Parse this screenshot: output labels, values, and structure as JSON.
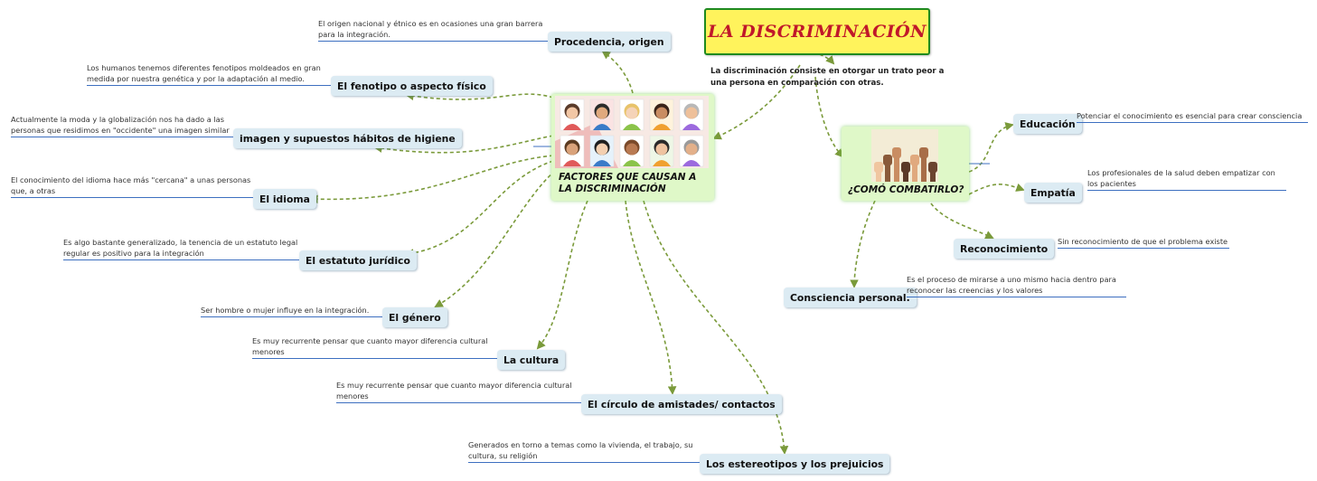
{
  "title": "LA DISCRIMINACIÓN",
  "definition": "La discriminación consiste en otorgar un trato peor a una persona en comparación con otras.",
  "factors": {
    "label": "FACTORES QUE CAUSAN A LA DISCRIMINACIÓN",
    "image": "people-portraits-illustration",
    "items": [
      {
        "label": "Procedencia, origen",
        "note": "El origen nacional y étnico es en ocasiones una gran barrera para la integración."
      },
      {
        "label": "El fenotipo o aspecto físico",
        "note": "Los humanos tenemos diferentes fenotipos moldeados en gran medida por nuestra genética y por la adaptación al medio."
      },
      {
        "label": "imagen y supuestos hábitos de higiene",
        "note": "Actualmente la moda y la globalización nos ha dado a las personas que residimos en \"occidente\" una imagen similar"
      },
      {
        "label": "El idioma",
        "note": "El conocimiento del idioma hace más \"cercana\" a unas personas que, a otras"
      },
      {
        "label": "El estatuto jurídico",
        "note": "Es algo bastante generalizado, la tenencia de un estatuto legal regular es positivo para la integración"
      },
      {
        "label": "El género",
        "note": "Ser hombre o mujer influye en la integración."
      },
      {
        "label": "La cultura",
        "note": "Es muy recurrente pensar que cuanto mayor diferencia cultural menores"
      },
      {
        "label": "El círculo de amistades/ contactos",
        "note": "Es muy recurrente pensar que cuanto mayor diferencia cultural menores"
      },
      {
        "label": "Los estereotipos y los prejuicios",
        "note": "Generados en torno a temas como la vivienda, el trabajo, su cultura, su religión"
      }
    ]
  },
  "combat": {
    "label": "¿COMÓ COMBATIRLO?",
    "image": "raised-fists-illustration",
    "items": [
      {
        "label": "Educación",
        "note": "Potenciar el conocimiento es esencial para crear consciencia"
      },
      {
        "label": "Empatía",
        "note": "Los profesionales de la salud deben empatizar con los pacientes"
      },
      {
        "label": "Reconocimiento",
        "note": "Sin reconocimiento de que el problema existe"
      },
      {
        "label": "Consciencia personal.",
        "note": "Es el proceso de mirarse a uno mismo hacia dentro para reconocer las creencias  y los valores"
      }
    ]
  },
  "colors": {
    "connector": "#7a9a3a",
    "title_bg": "#fff35c",
    "title_text": "#c0182a",
    "node_bg": "#dcebf3",
    "central_bg": "#dff8c8",
    "note_line": "#3d6fc0"
  }
}
